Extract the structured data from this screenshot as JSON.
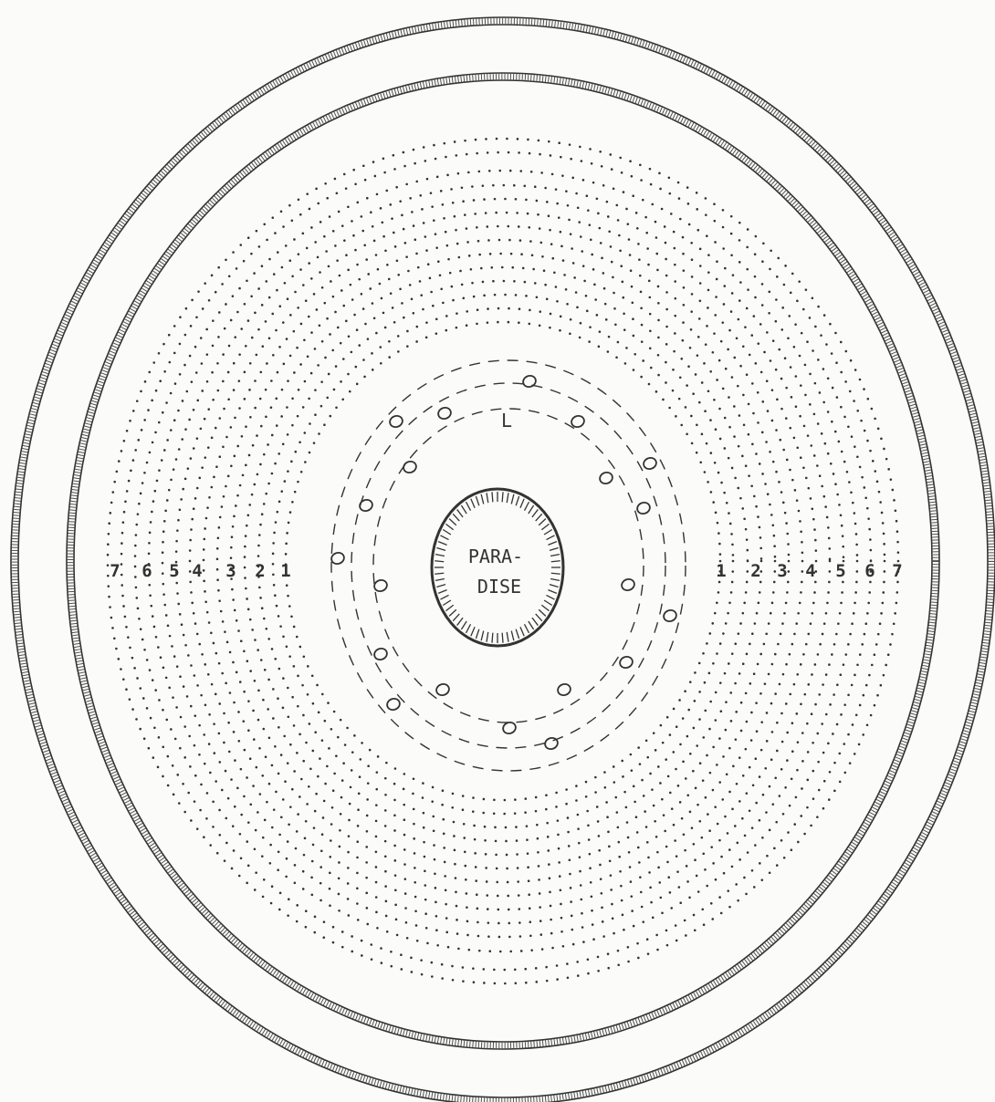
{
  "center": {
    "line1": "PARA-",
    "line2": "DISE"
  },
  "inner_mark": "L",
  "left_labels": [
    "7",
    "6",
    "5",
    "4",
    "3",
    "2",
    "1"
  ],
  "right_labels": [
    "1",
    "2",
    "3",
    "4",
    "5",
    "6",
    "7"
  ],
  "colors": {
    "ink": "#333333",
    "background": "#fbfbf9"
  }
}
